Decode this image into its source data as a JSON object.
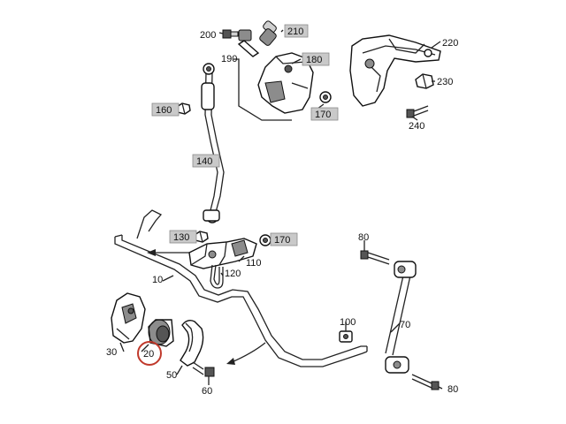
{
  "diagram": {
    "highlight_color": "#c0392b",
    "box_color": "#c9c9c9",
    "labels": {
      "p10": "10",
      "p20": "20",
      "p30": "30",
      "p50": "50",
      "p60": "60",
      "p70": "70",
      "p80a": "80",
      "p80b": "80",
      "p100": "100",
      "p110": "110",
      "p120": "120",
      "p130": "130",
      "p140": "140",
      "p160": "160",
      "p170a": "170",
      "p170b": "170",
      "p180": "180",
      "p190": "190",
      "p200": "200",
      "p210": "210",
      "p220": "220",
      "p230": "230",
      "p240": "240"
    }
  }
}
